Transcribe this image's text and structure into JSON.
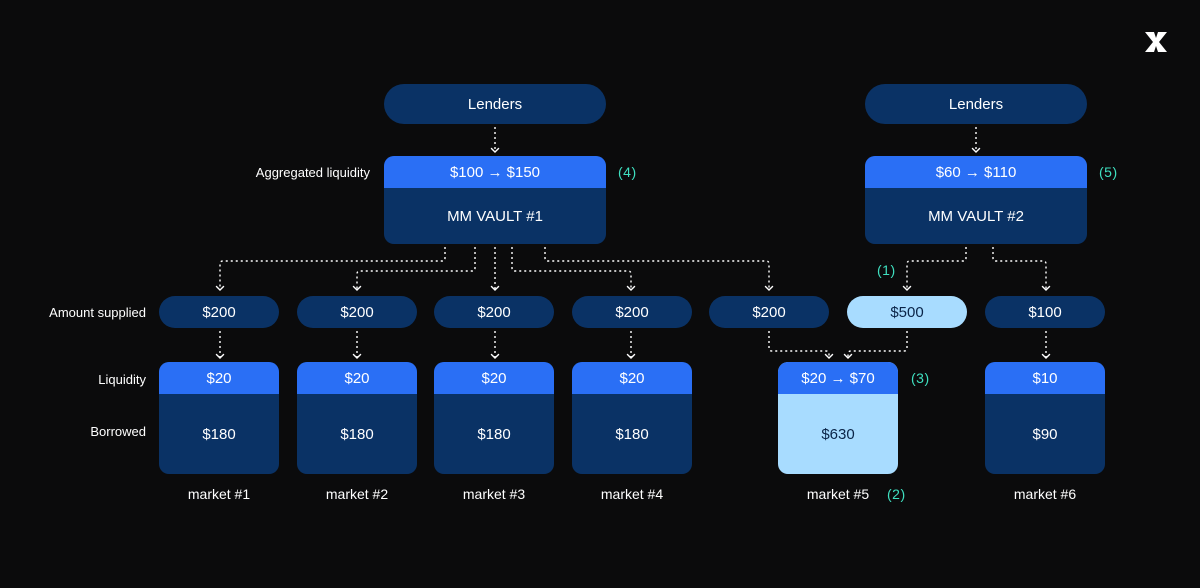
{
  "lenders": {
    "left": "Lenders",
    "right": "Lenders"
  },
  "vaults": [
    {
      "liquidity": "$100 → $150",
      "name": "MM VAULT #1",
      "note": "(4)"
    },
    {
      "liquidity": "$60 → $110",
      "name": "MM VAULT #2",
      "note": "(5)"
    }
  ],
  "row_labels": {
    "aggregated": "Aggregated liquidity",
    "supplied": "Amount supplied",
    "liquidity": "Liquidity",
    "borrowed": "Borrowed"
  },
  "supplies": [
    "$200",
    "$200",
    "$200",
    "$200",
    "$200",
    "$500",
    "$100"
  ],
  "supply_note": "(1)",
  "markets": [
    {
      "name": "market #1",
      "liquidity": "$20",
      "borrowed": "$180"
    },
    {
      "name": "market #2",
      "liquidity": "$20",
      "borrowed": "$180"
    },
    {
      "name": "market #3",
      "liquidity": "$20",
      "borrowed": "$180"
    },
    {
      "name": "market #4",
      "liquidity": "$20",
      "borrowed": "$180"
    },
    {
      "name": "market #5",
      "liquidity": "$20 → $70",
      "borrowed": "$630",
      "liquidity_note": "(3)",
      "name_note": "(2)"
    },
    {
      "name": "market #6",
      "liquidity": "$10",
      "borrowed": "$90"
    }
  ],
  "colors": {
    "background": "#0b0b0c",
    "box_dark": "#0a3265",
    "box_accent": "#2a6ff5",
    "box_highlight": "#a8dcff",
    "note": "#3fe0c0"
  },
  "icons": [
    "logo-icon"
  ]
}
